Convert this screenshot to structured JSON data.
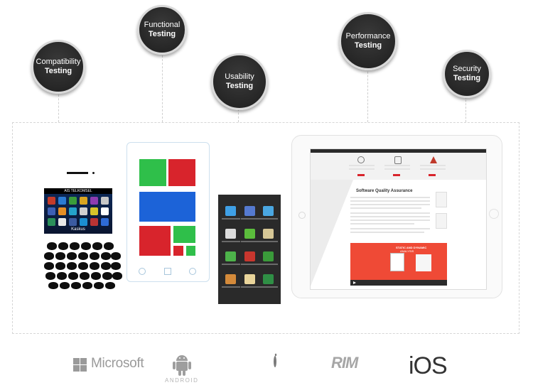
{
  "bubbles": [
    {
      "line1": "Compatibility",
      "line2": "Testing"
    },
    {
      "line1": "Functional",
      "line2": "Testing"
    },
    {
      "line1": "Usability",
      "line2": "Testing"
    },
    {
      "line1": "Performance",
      "line2": "Testing"
    },
    {
      "line1": "Security",
      "line2": "Testing"
    }
  ],
  "blackberry": {
    "carrier": "AIS TELKOMSEL",
    "app_label": "Kaskus"
  },
  "tablet": {
    "heading": "Software Quality Assurance",
    "banner_line1": "STATIC AND DYNAMIC",
    "banner_line2": "ANALYSIS"
  },
  "platforms": {
    "microsoft": "Microsoft",
    "android": "ANDROID",
    "rim": "RIM",
    "ios": "iOS"
  },
  "icons": [
    "android-robot-icon",
    "apple-icon",
    "microsoft-windows-icon"
  ],
  "colors": {
    "bubble_bg": "#2b2b2b",
    "tile_green": "#2fbf4a",
    "tile_red": "#d8242c",
    "tile_blue": "#1c63d8",
    "banner_red": "#ef4a36"
  }
}
